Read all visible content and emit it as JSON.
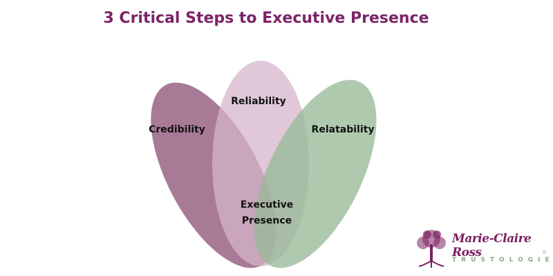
{
  "title": "3 Critical Steps to Executive Presence",
  "diagram": {
    "type": "venn",
    "sets": [
      {
        "label": "Credibility",
        "color": "#a4738f"
      },
      {
        "label": "Reliability",
        "color": "#dcbfd2"
      },
      {
        "label": "Relatability",
        "color": "#a6c3a5"
      }
    ],
    "center_label": [
      "Executive",
      "Presence"
    ]
  },
  "logo": {
    "name": "Marie-Claire Ross",
    "tagline": "TRUSTOLOGIE",
    "registered_mark": "®",
    "icon": "tree-icon",
    "name_color": "#7a2062",
    "tagline_color": "#8aa886"
  }
}
